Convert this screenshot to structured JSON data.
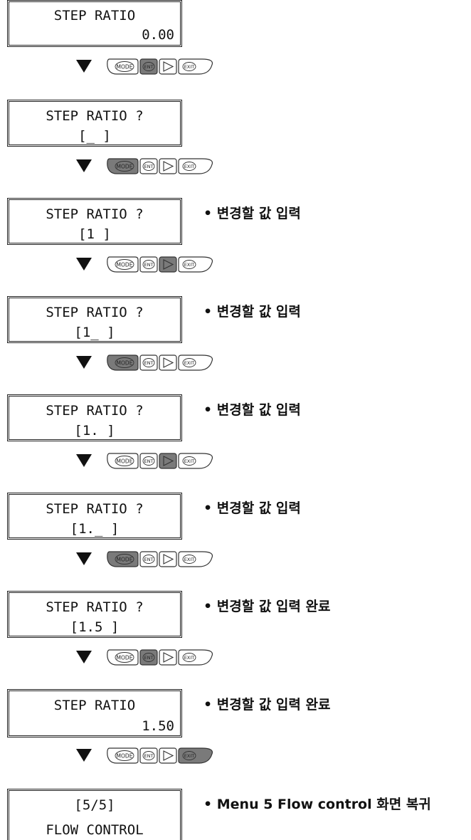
{
  "colors": {
    "key_active": "#7a7a7a",
    "key_idle": "#ffffff",
    "stroke": "#333333"
  },
  "screens": [
    {
      "line1": "STEP RATIO",
      "line2": "0.00",
      "align2": "right",
      "note": ""
    },
    {
      "line1": "STEP RATIO ?",
      "line2": "[_ ]",
      "align2": "center",
      "note": ""
    },
    {
      "line1": "STEP RATIO ?",
      "line2": "[1 ]",
      "align2": "center",
      "note": "• 변경할 값 입력"
    },
    {
      "line1": "STEP RATIO ?",
      "line2": "[1_ ]",
      "align2": "center",
      "note": "• 변경할 값 입력"
    },
    {
      "line1": "STEP RATIO ?",
      "line2": "[1. ]",
      "align2": "center",
      "note": "• 변경할 값 입력"
    },
    {
      "line1": "STEP RATIO ?",
      "line2": "[1._ ]",
      "align2": "center",
      "note": "• 변경할 값 입력"
    },
    {
      "line1": "STEP RATIO ?",
      "line2": "[1.5 ]",
      "align2": "center",
      "note": "• 변경할 값 입력 완료"
    },
    {
      "line1": "STEP RATIO",
      "line2": "1.50",
      "align2": "right",
      "note": "• 변경할 값 입력 완료"
    },
    {
      "line1": "[5/5]",
      "line2": "FLOW CONTROL",
      "align2": "center",
      "note": "• Menu 5 Flow control 화면 복귀"
    }
  ],
  "key_labels": {
    "mode": "MODE",
    "ent": "ENT",
    "exit": "EXIT"
  },
  "key_steps": [
    {
      "active": "ent"
    },
    {
      "active": "mode"
    },
    {
      "active": "right"
    },
    {
      "active": "mode"
    },
    {
      "active": "right"
    },
    {
      "active": "mode"
    },
    {
      "active": "ent"
    },
    {
      "active": "exit"
    }
  ]
}
